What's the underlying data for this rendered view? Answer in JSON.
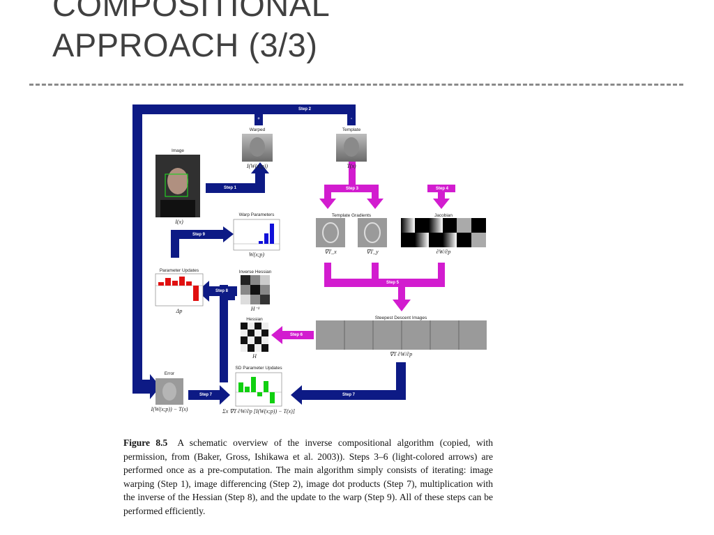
{
  "slide": {
    "title_line1": "COMPOSITIONAL",
    "title_line2": "APPROACH (3/3)"
  },
  "figure": {
    "labels": {
      "image": "Image",
      "warped": "Warped",
      "template": "Template",
      "warp_parameters": "Warp Parameters",
      "template_gradients": "Template Gradients",
      "jacobian": "Jacobian",
      "parameter_updates": "Parameter Updates",
      "inverse_hessian": "Inverse Hessian",
      "hessian": "Hessian",
      "steepest_descent_images": "Steepest Descent Images",
      "error": "Error",
      "sd_parameter_updates": "SD Parameter Updates"
    },
    "math": {
      "image": "I(x)",
      "warped": "I(W(x;p))",
      "template": "T(x)",
      "warp": "W(x;p)",
      "grad_x": "∇T_x",
      "grad_y": "∇T_y",
      "jacobian": "∂W/∂p",
      "delta_p": "Δp",
      "inv_hessian": "H⁻¹",
      "hessian": "H",
      "sd_images": "∇T ∂W/∂p",
      "error": "I(W(x;p)) − T(x)",
      "sd_updates": "Σx ∇T ∂W/∂p [I(W(x;p)) − T(x)]"
    },
    "steps": {
      "step1": "Step 1",
      "step2": "Step 2",
      "step3": "Step 3",
      "step4": "Step 4",
      "step5": "Step 5",
      "step6": "Step 6",
      "step7a": "Step 7",
      "step7b": "Step 7",
      "step8": "Step 8",
      "step9": "Step 9",
      "plus": "+",
      "minus": "-"
    },
    "colors": {
      "dark_arrow": "#0d1a85",
      "light_arrow": "#d21ccf",
      "positive_bar": "#e01010",
      "warp_bar": "#1010d8",
      "sd_bar": "#10d010"
    }
  },
  "caption": {
    "figure_label": "Figure 8.5",
    "text": "A schematic overview of the inverse compositional algorithm (copied, with permission, from (Baker, Gross, Ishikawa et al. 2003)). Steps 3–6 (light-colored arrows) are performed once as a pre-computation. The main algorithm simply consists of iterating: image warping (Step 1), image differencing (Step 2), image dot products (Step 7), multiplication with the inverse of the Hessian (Step 8), and the update to the warp (Step 9). All of these steps can be performed efficiently."
  }
}
